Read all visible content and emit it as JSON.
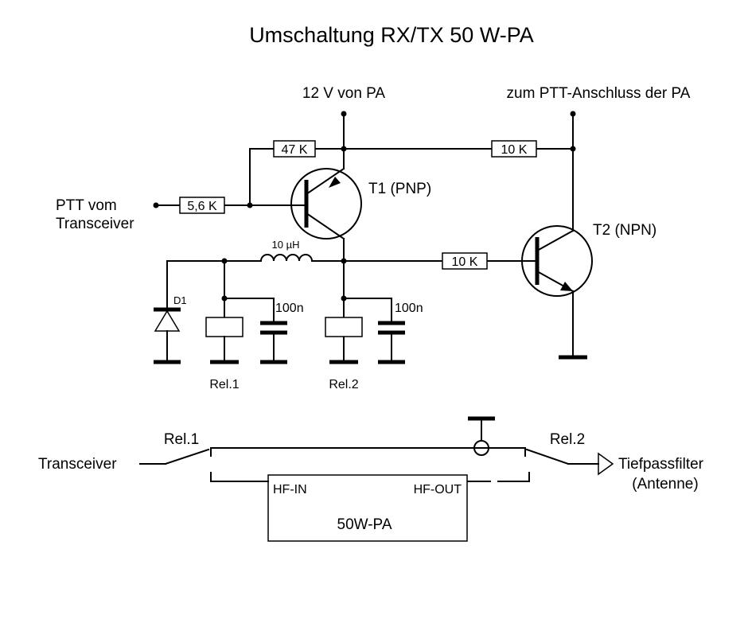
{
  "title": "Umschaltung RX/TX  50 W-PA",
  "labels": {
    "supply": "12 V von PA",
    "ptt_out": "zum PTT-Anschluss der PA",
    "ptt_in_line1": "PTT vom",
    "ptt_in_line2": "Transceiver",
    "t1": "T1  (PNP)",
    "t2": "T2  (NPN)",
    "d1": "D1",
    "rel1": "Rel.1",
    "rel2": "Rel.2",
    "transceiver": "Transceiver",
    "filter_line1": "Tiefpassfilter",
    "filter_line2": "(Antenne)",
    "hf_in": "HF-IN",
    "hf_out": "HF-OUT",
    "pa": "50W-PA"
  },
  "components": {
    "r_47k": "47 K",
    "r_10k_top": "10 K",
    "r_5k6": "5,6 K",
    "r_10k_mid": "10 K",
    "inductor": "10 µH",
    "c1": "100n",
    "c2": "100n"
  }
}
